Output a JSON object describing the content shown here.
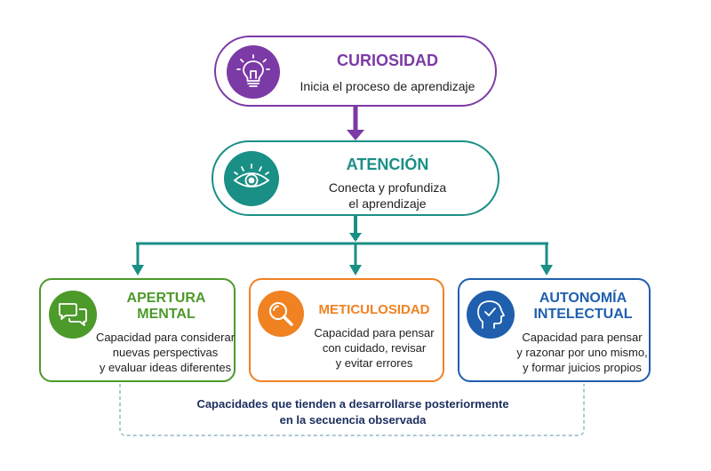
{
  "colors": {
    "purple": "#7b3aa6",
    "teal": "#1a8f86",
    "green": "#4c9a2a",
    "orange": "#f08222",
    "blue": "#1f5fae",
    "navy": "#1c2e5e",
    "dashed": "#8fbcc4"
  },
  "nodes": {
    "curiosidad": {
      "title": "CURIOSIDAD",
      "desc": [
        "Inicia el proceso de aprendizaje"
      ],
      "icon": "lightbulb-icon"
    },
    "atencion": {
      "title": "ATENCIÓN",
      "desc": [
        "Conecta y profundiza",
        "el aprendizaje"
      ],
      "icon": "eye-icon"
    },
    "apertura": {
      "title": [
        "APERTURA",
        "MENTAL"
      ],
      "desc": [
        "Capacidad para considerar",
        "nuevas perspectivas",
        "y evaluar ideas diferentes"
      ],
      "icon": "speech-bubbles-icon"
    },
    "meticulosidad": {
      "title": "METICULOSIDAD",
      "desc": [
        "Capacidad para pensar",
        "con cuidado, revisar",
        "y evitar errores"
      ],
      "icon": "magnifier-icon"
    },
    "autonomia": {
      "title": [
        "AUTONOMÍA",
        "INTELECTUAL"
      ],
      "desc": [
        "Capacidad para pensar",
        "y razonar por uno mismo,",
        "y formar juicios propios"
      ],
      "icon": "head-check-icon"
    }
  },
  "footer": {
    "lines": [
      "Capacidades que tienden a desarrollarse posteriormente",
      "en la secuencia observada"
    ]
  }
}
